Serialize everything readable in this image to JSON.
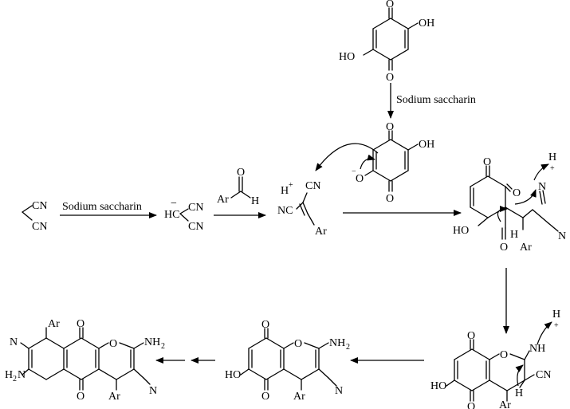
{
  "reagents": {
    "catalyst_1": "Sodium saccharin",
    "catalyst_2": "Sodium saccharin"
  },
  "atoms": {
    "O": "O",
    "HO": "HO",
    "OH": "OH",
    "CN": "CN",
    "NC": "NC",
    "N": "N",
    "H": "H",
    "HC": "HC",
    "Ar": "Ar",
    "H_plus": "H",
    "plus": "+",
    "minus": "−",
    "NH": "NH",
    "NH2": "NH",
    "two": "2",
    "H2N": "H",
    "N2": "N"
  }
}
